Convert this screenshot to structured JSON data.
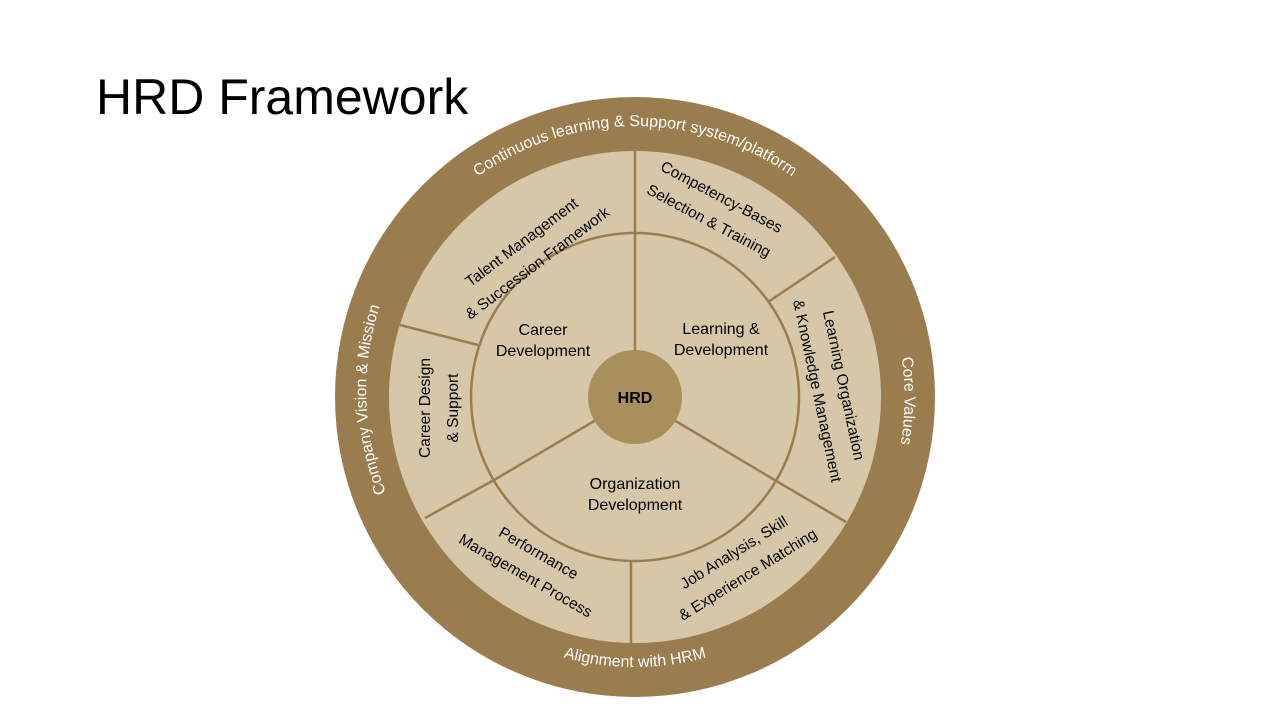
{
  "title": "HRD Framework",
  "colors": {
    "outer_ring": "#9A7D4E",
    "segment_fill": "#D5C7A8",
    "divider": "#9A7D4E",
    "hub": "#A98F5C"
  },
  "outer_ring": {
    "top": "Continuous learning & Support system/platform",
    "left": "Company Vision & Mission",
    "right": "Core Values",
    "bottom": "Alignment with HRM"
  },
  "middle_segments": {
    "talent": [
      "Talent Management",
      "& Succession Framework"
    ],
    "competency": [
      "Competency-Bases",
      "Selection & Training"
    ],
    "learning_org": [
      "Learning Organization",
      "& Knowledge Management"
    ],
    "job_analysis": [
      "Job Analysis, Skill",
      "& Experience Matching"
    ],
    "performance": [
      "Performance",
      "Management Process"
    ],
    "career_design": [
      "Career Design",
      "& Support"
    ]
  },
  "inner_segments": {
    "career": [
      "Career",
      "Development"
    ],
    "learning": [
      "Learning &",
      "Development"
    ],
    "organization": [
      "Organization",
      "Development"
    ]
  },
  "hub": "HRD"
}
